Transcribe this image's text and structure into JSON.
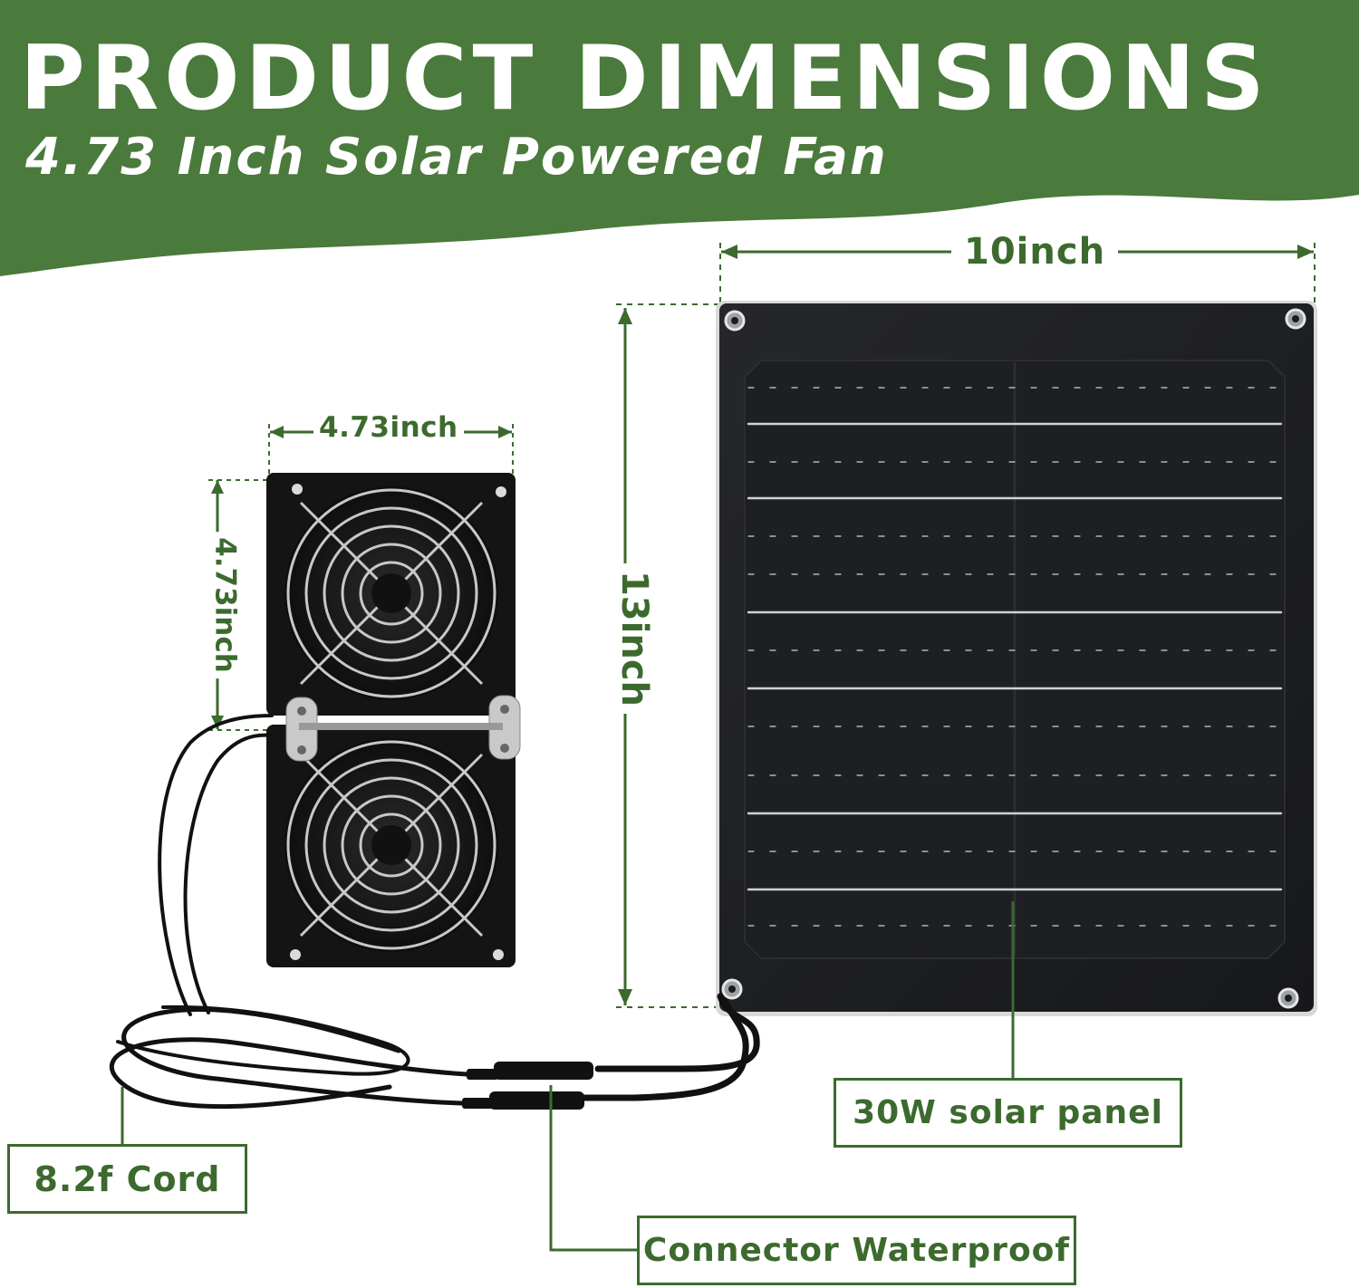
{
  "header": {
    "title": "PRODUCT DIMENSIONS",
    "subtitle": "4.73 Inch Solar Powered Fan",
    "background_color": "#4a7a3c"
  },
  "dimensions": {
    "panel_width": "10inch",
    "panel_height": "13inch",
    "fan_width": "4.73inch",
    "fan_height": "4.73inch"
  },
  "callouts": {
    "solar_panel": "30W solar panel",
    "cord": "8.2f Cord",
    "connector": "Connector Waterproof"
  },
  "colors": {
    "accent_green": "#3c6a2e",
    "panel_black": "#1c1d20",
    "fan_black": "#1a1a1a"
  }
}
